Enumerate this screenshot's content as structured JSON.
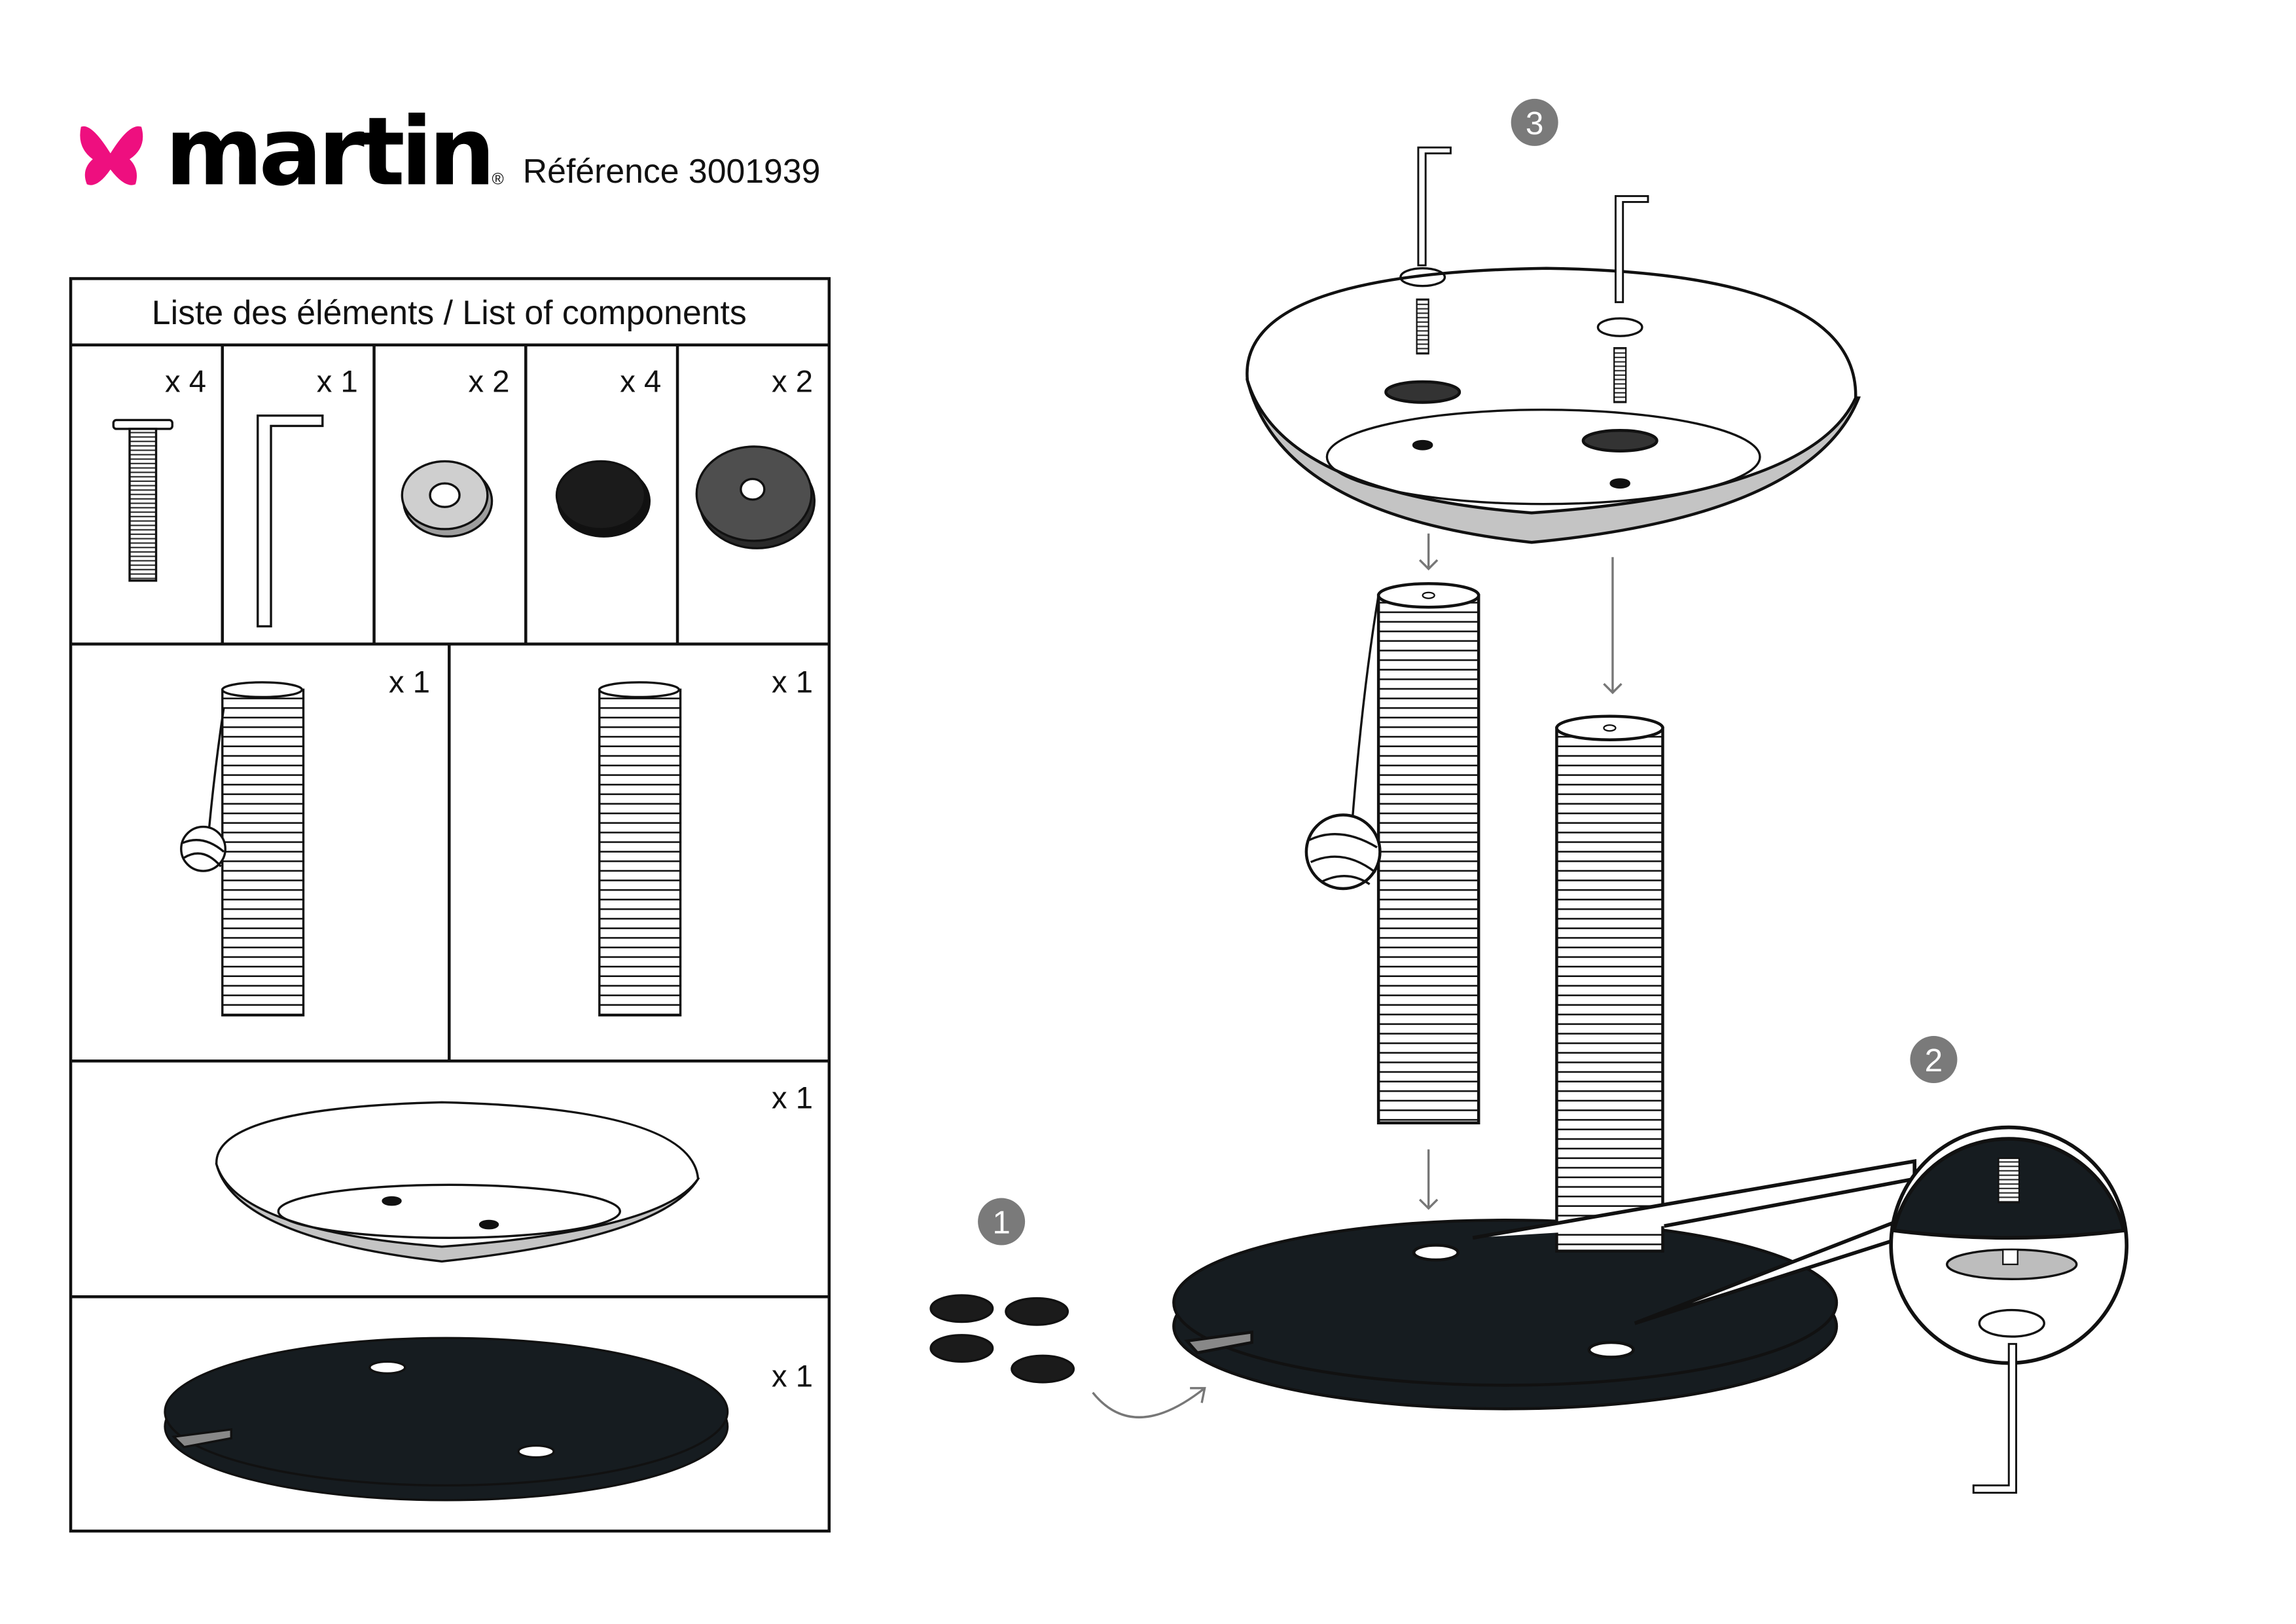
{
  "header": {
    "brand": "martin",
    "registered": "®",
    "reference": "Référence 3001939"
  },
  "components_table": {
    "title": "Liste des éléments / List of components",
    "items": [
      {
        "name": "screw",
        "qty": "x 4"
      },
      {
        "name": "allen-key",
        "qty": "x 1"
      },
      {
        "name": "washer",
        "qty": "x 2"
      },
      {
        "name": "felt-pad",
        "qty": "x 4"
      },
      {
        "name": "rubber-washer",
        "qty": "x 2"
      },
      {
        "name": "post-with-toy",
        "qty": "x 1"
      },
      {
        "name": "post",
        "qty": "x 1"
      },
      {
        "name": "bowl-platform",
        "qty": "x 1"
      },
      {
        "name": "base-plate",
        "qty": "x 1"
      }
    ]
  },
  "steps": [
    "1",
    "2",
    "3"
  ],
  "colors": {
    "brand": "#ee0f7f",
    "base": "#161c20",
    "step_badge": "#7a7a7a",
    "bowl_rim": "#c4c4c4"
  }
}
